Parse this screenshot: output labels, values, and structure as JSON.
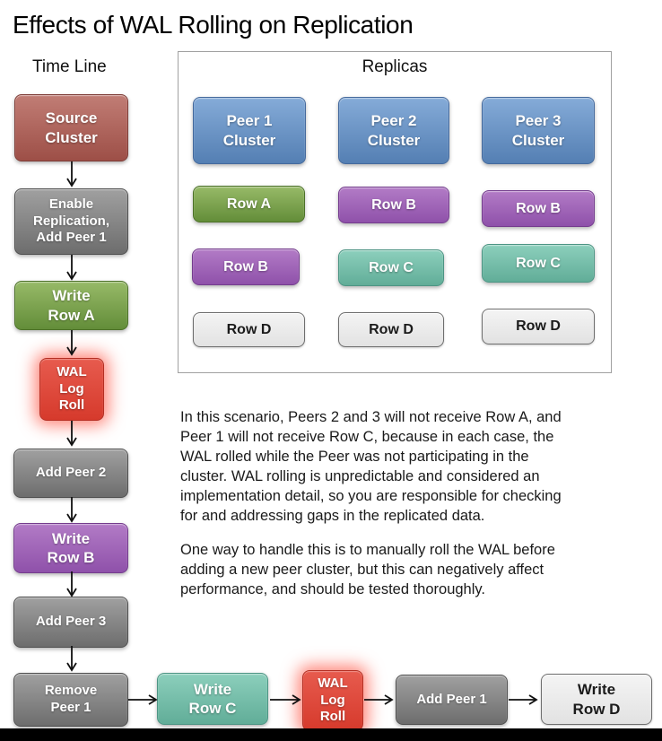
{
  "title": "Effects of WAL Rolling on Replication",
  "colors": {
    "source_red_top": "#c17d75",
    "source_red_bottom": "#9d4f47",
    "gray_top": "#a0a0a0",
    "gray_bottom": "#6d6d6d",
    "green_top": "#97ba68",
    "green_bottom": "#638d39",
    "wal_red_top": "#e75b4e",
    "wal_red_bottom": "#d63a2c",
    "wal_glow": "#ff301c",
    "purple_top": "#b27bc6",
    "purple_bottom": "#8f51aa",
    "teal_top": "#8ccfbc",
    "teal_bottom": "#61ad98",
    "blue_top": "#85abd8",
    "blue_bottom": "#547fb3",
    "row_d_gray": "#e9e9e9",
    "bottom_bar": "#000000"
  },
  "timeline": {
    "label": "Time Line",
    "nodes": [
      {
        "label": "Source\nCluster",
        "variant": "red"
      },
      {
        "label": "Enable\nReplication,\nAdd Peer 1",
        "variant": "gray"
      },
      {
        "label": "Write\nRow A",
        "variant": "green"
      },
      {
        "label": "WAL\nLog\nRoll",
        "variant": "wal-red"
      },
      {
        "label": "Add Peer 2",
        "variant": "gray"
      },
      {
        "label": "Write\nRow B",
        "variant": "purple"
      },
      {
        "label": "Add Peer 3",
        "variant": "gray"
      },
      {
        "label": "Remove\nPeer 1",
        "variant": "gray"
      }
    ]
  },
  "bottom_row": {
    "nodes": [
      {
        "label": "Write\nRow C",
        "variant": "teal"
      },
      {
        "label": "WAL\nLog\nRoll",
        "variant": "wal-red"
      },
      {
        "label": "Add Peer 1",
        "variant": "gray"
      },
      {
        "label": "Write\nRow D",
        "variant": "light-gray"
      }
    ]
  },
  "replicas": {
    "label": "Replicas",
    "columns": [
      "Peer 1\nCluster",
      "Peer 2\nCluster",
      "Peer 3\nCluster"
    ],
    "rows": [
      [
        "Row A",
        "Row B",
        "Row B"
      ],
      [
        "Row B",
        "Row C",
        "Row C"
      ],
      [
        "Row D",
        "Row D",
        "Row D"
      ]
    ]
  },
  "paragraphs": [
    "In this scenario, Peers 2 and 3 will not receive Row A, and\nPeer 1 will not receive Row C, because in each case, the\nWAL rolled while the Peer was not participating in the\ncluster. WAL rolling is unpredictable and considered an\nimplementation detail, so you are responsible for checking\nfor and addressing gaps in the replicated data.",
    "One way to handle this is to manually roll the WAL before\nadding a new peer cluster, but this can negatively affect\nperformance, and should be tested thoroughly."
  ]
}
